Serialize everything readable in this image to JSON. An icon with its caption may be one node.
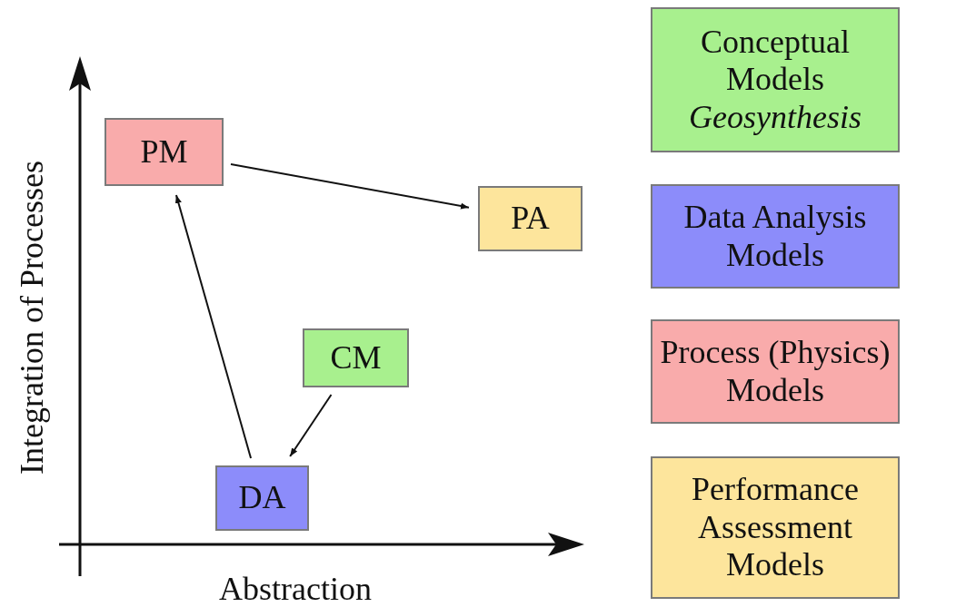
{
  "diagram": {
    "nodes": [
      {
        "text": [
          "PM"
        ]
      },
      {
        "text": [
          "PA"
        ]
      },
      {
        "text": [
          "CM"
        ]
      },
      {
        "text": [
          "DA"
        ]
      }
    ],
    "edges": [
      {
        "from": 0,
        "to": 1,
        "arrow": "to"
      },
      {
        "from": 2,
        "to": 3,
        "arrow": "to"
      },
      {
        "from": 3,
        "to": 0,
        "arrow": "to"
      }
    ],
    "labels": [
      "Integration of Processes",
      "Abstraction"
    ],
    "legend": [
      {
        "text": "Conceptual Models *Geosynthesis*",
        "color": "#a8f08e"
      },
      {
        "text": "Data Analysis Models",
        "color": "#8c8cfa"
      },
      {
        "text": "Process (Physics) Models",
        "color": "#f9abab"
      },
      {
        "text": "Performance Assessment Models",
        "color": "#fde59c"
      }
    ]
  }
}
